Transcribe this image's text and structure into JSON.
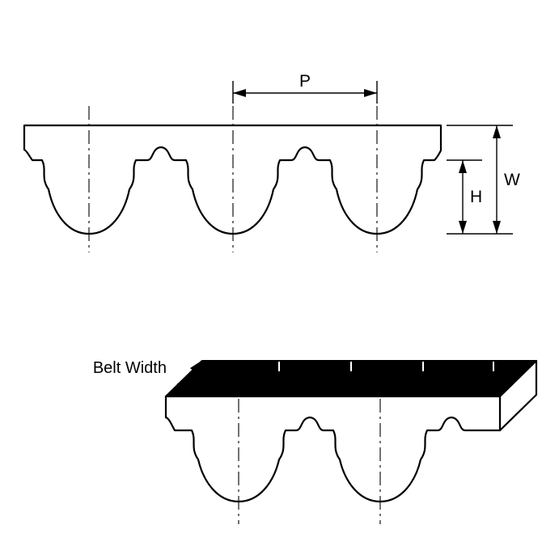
{
  "diagram": {
    "labels": {
      "pitch": "P",
      "width": "W",
      "height": "H",
      "belt_width": "Belt Width"
    },
    "colors": {
      "line": "#000000",
      "top_face": "#000000",
      "background": "#ffffff"
    }
  }
}
